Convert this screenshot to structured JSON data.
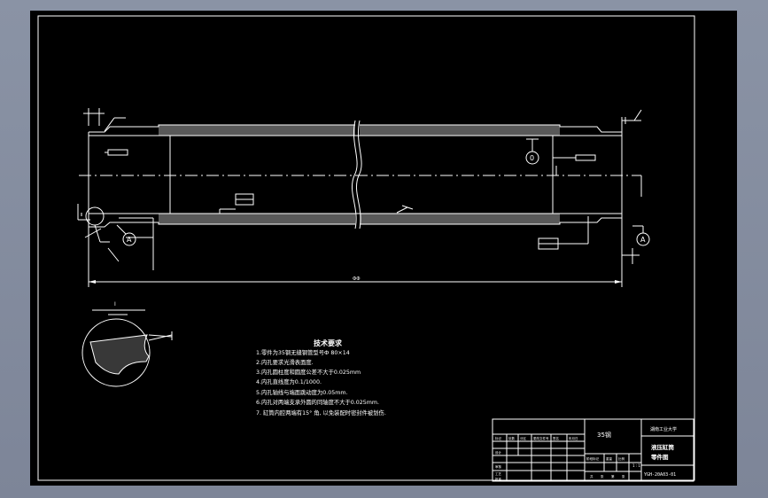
{
  "drawing": {
    "section_marker": "I",
    "datum_label": "A",
    "circle_label": "0",
    "length_dim": "ФФ",
    "tech_title": "技术要求",
    "tech_notes": [
      "1.零件为35钢无缝钢管型号Ф 80×14",
      "2.内孔要求光滑表面度.",
      "3.内孔圆柱度和圆度公差不大于0.025mm",
      "4.内孔直线度为0.1/1000.",
      "5.内孔轴线与端面跳动度为0.05mm.",
      "6.内孔对两端支承外圆的同轴度不大于0.025mm.",
      "7. 缸筒内腔两端有15° 角, 以免装配时密封件被划伤."
    ],
    "title_block": {
      "material": "35钢",
      "org": "湖南工业大学",
      "part_name_1": "液压缸筒",
      "part_name_2": "零件图",
      "drawing_no": "YGH-20A03-01",
      "cell_labels": [
        "标记",
        "处数",
        "分区",
        "更改文件号",
        "签名",
        "年月日",
        "设计",
        "审核",
        "工艺",
        "批准",
        "阶段标记",
        "重量",
        "比例",
        "共",
        "张",
        "第",
        "张"
      ],
      "scale": "1 : 1"
    }
  }
}
